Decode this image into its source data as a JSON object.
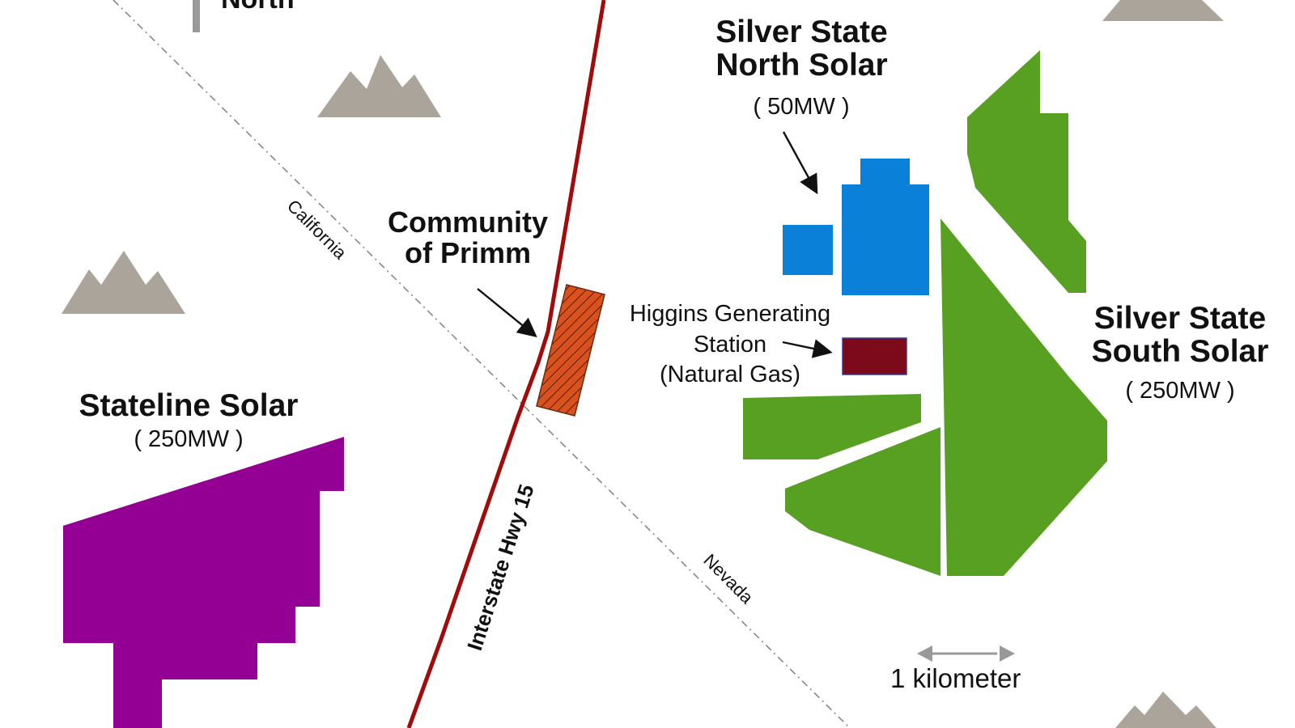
{
  "map": {
    "compass_label": "North",
    "states": {
      "west": "California",
      "east": "Nevada"
    },
    "highway_label": "Interstate Hwy 15",
    "community": {
      "line1": "Community",
      "line2": "of Primm"
    },
    "stateline": {
      "name": "Stateline Solar",
      "capacity": "( 250MW )"
    },
    "silver_north": {
      "line1": "Silver State",
      "line2": "North Solar",
      "capacity": "( 50MW )"
    },
    "silver_south": {
      "line1": "Silver State",
      "line2": "South Solar",
      "capacity": "( 250MW )"
    },
    "higgins": {
      "line1": "Higgins Generating",
      "line2": "Station",
      "line3": "(Natural Gas)"
    },
    "scale_label": "1 kilometer",
    "colors": {
      "stateline_solar": "#930093",
      "silver_north_solar": "#0a80d8",
      "silver_south_solar": "#57a021",
      "higgins_station": "#7c0a1a",
      "primm": "#d9521e",
      "highway": "#a00b0b",
      "mountains": "#aaa49a",
      "border_line": "#888888"
    },
    "icons": [
      "mountain-icon",
      "north-arrow-icon",
      "scale-bar-icon",
      "pointer-arrow-icon"
    ]
  }
}
